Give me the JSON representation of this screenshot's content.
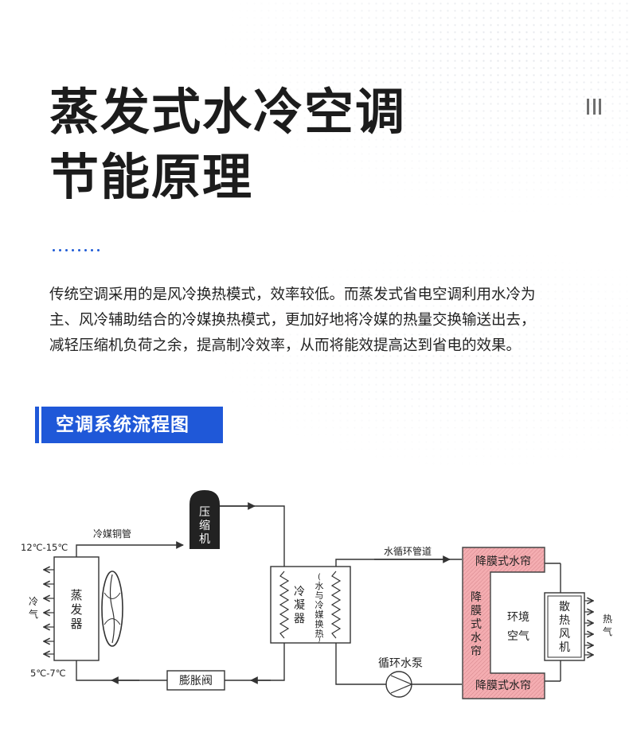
{
  "title_line1": "蒸发式水冷空调",
  "title_line2": "节能原理",
  "description": "传统空调采用的是风冷换热模式，效率较低。而蒸发式省电空调利用水冷为主、风冷辅助结合的冷媒换热模式，更加好地将冷媒的热量交换输送出去，减轻压缩机负荷之余，提高制冷效率，从而将能效提高达到省电的效果。",
  "section_title": "空调系统流程图",
  "diagram": {
    "compressor": [
      "压",
      "缩",
      "机"
    ],
    "refrigerant_pipe": "冷媒铜管",
    "temp_high": "12℃-15℃",
    "temp_low": "5℃-7℃",
    "evaporator": [
      "蒸",
      "发",
      "器"
    ],
    "cold_air": [
      "冷",
      "气"
    ],
    "condenser": [
      "冷",
      "凝",
      "器"
    ],
    "heat_exchange_note": [
      "(",
      "水",
      "与",
      "冷",
      "媒",
      "换",
      "热",
      ")"
    ],
    "expansion_valve": "膨胀阀",
    "water_pipe": "水循环管道",
    "pump": "循环水泵",
    "curtain_top": "降膜式水帘",
    "curtain_bottom": "降膜式水帘",
    "curtain_vertical": [
      "降",
      "膜",
      "式",
      "水",
      "帘"
    ],
    "ambient_air": [
      "环境",
      "空气"
    ],
    "fan": [
      "散",
      "热",
      "风",
      "机"
    ],
    "hot_air": [
      "热",
      "气"
    ]
  },
  "colors": {
    "accent_blue": "#1f58d8",
    "curtain_fill": "#f2a3a7",
    "line": "#333333"
  }
}
